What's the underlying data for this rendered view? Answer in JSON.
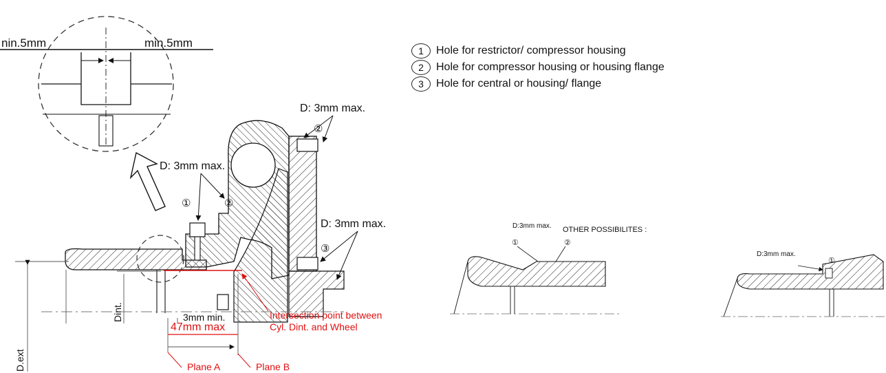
{
  "legend": [
    {
      "num": "1",
      "text": "Hole for restrictor/ compressor housing"
    },
    {
      "num": "2",
      "text": "Hole for compressor housing or housing flange"
    },
    {
      "num": "3",
      "text": "Hole for central or housing/ flange"
    }
  ],
  "labels": {
    "min_left": "nin.5mm",
    "min_right": "min.5mm",
    "d_top_right": "D: 3mm  max.",
    "d_mid_left": "D: 3mm max.",
    "d_mid_right": "D: 3mm  max.",
    "marker_1": "①",
    "marker_2": "②",
    "marker_3": "③",
    "d_ext": "D.ext",
    "d_int": "Dint.",
    "three_mm": "3mm min.",
    "forty_seven": "47mm max",
    "intersection_1": "Intersection point between",
    "intersection_2": "Cyl. Dint. and Wheel",
    "plane_a": "Plane A",
    "plane_b": "Plane B",
    "other": "OTHER  POSSIBILITES :",
    "small_d1": "D:3mm  max.",
    "small_d2": "D:3mm  max.",
    "small_m1": "①",
    "small_m2": "②",
    "small_m3": "①"
  },
  "colors": {
    "accent": "#e01010",
    "ink": "#111111"
  }
}
